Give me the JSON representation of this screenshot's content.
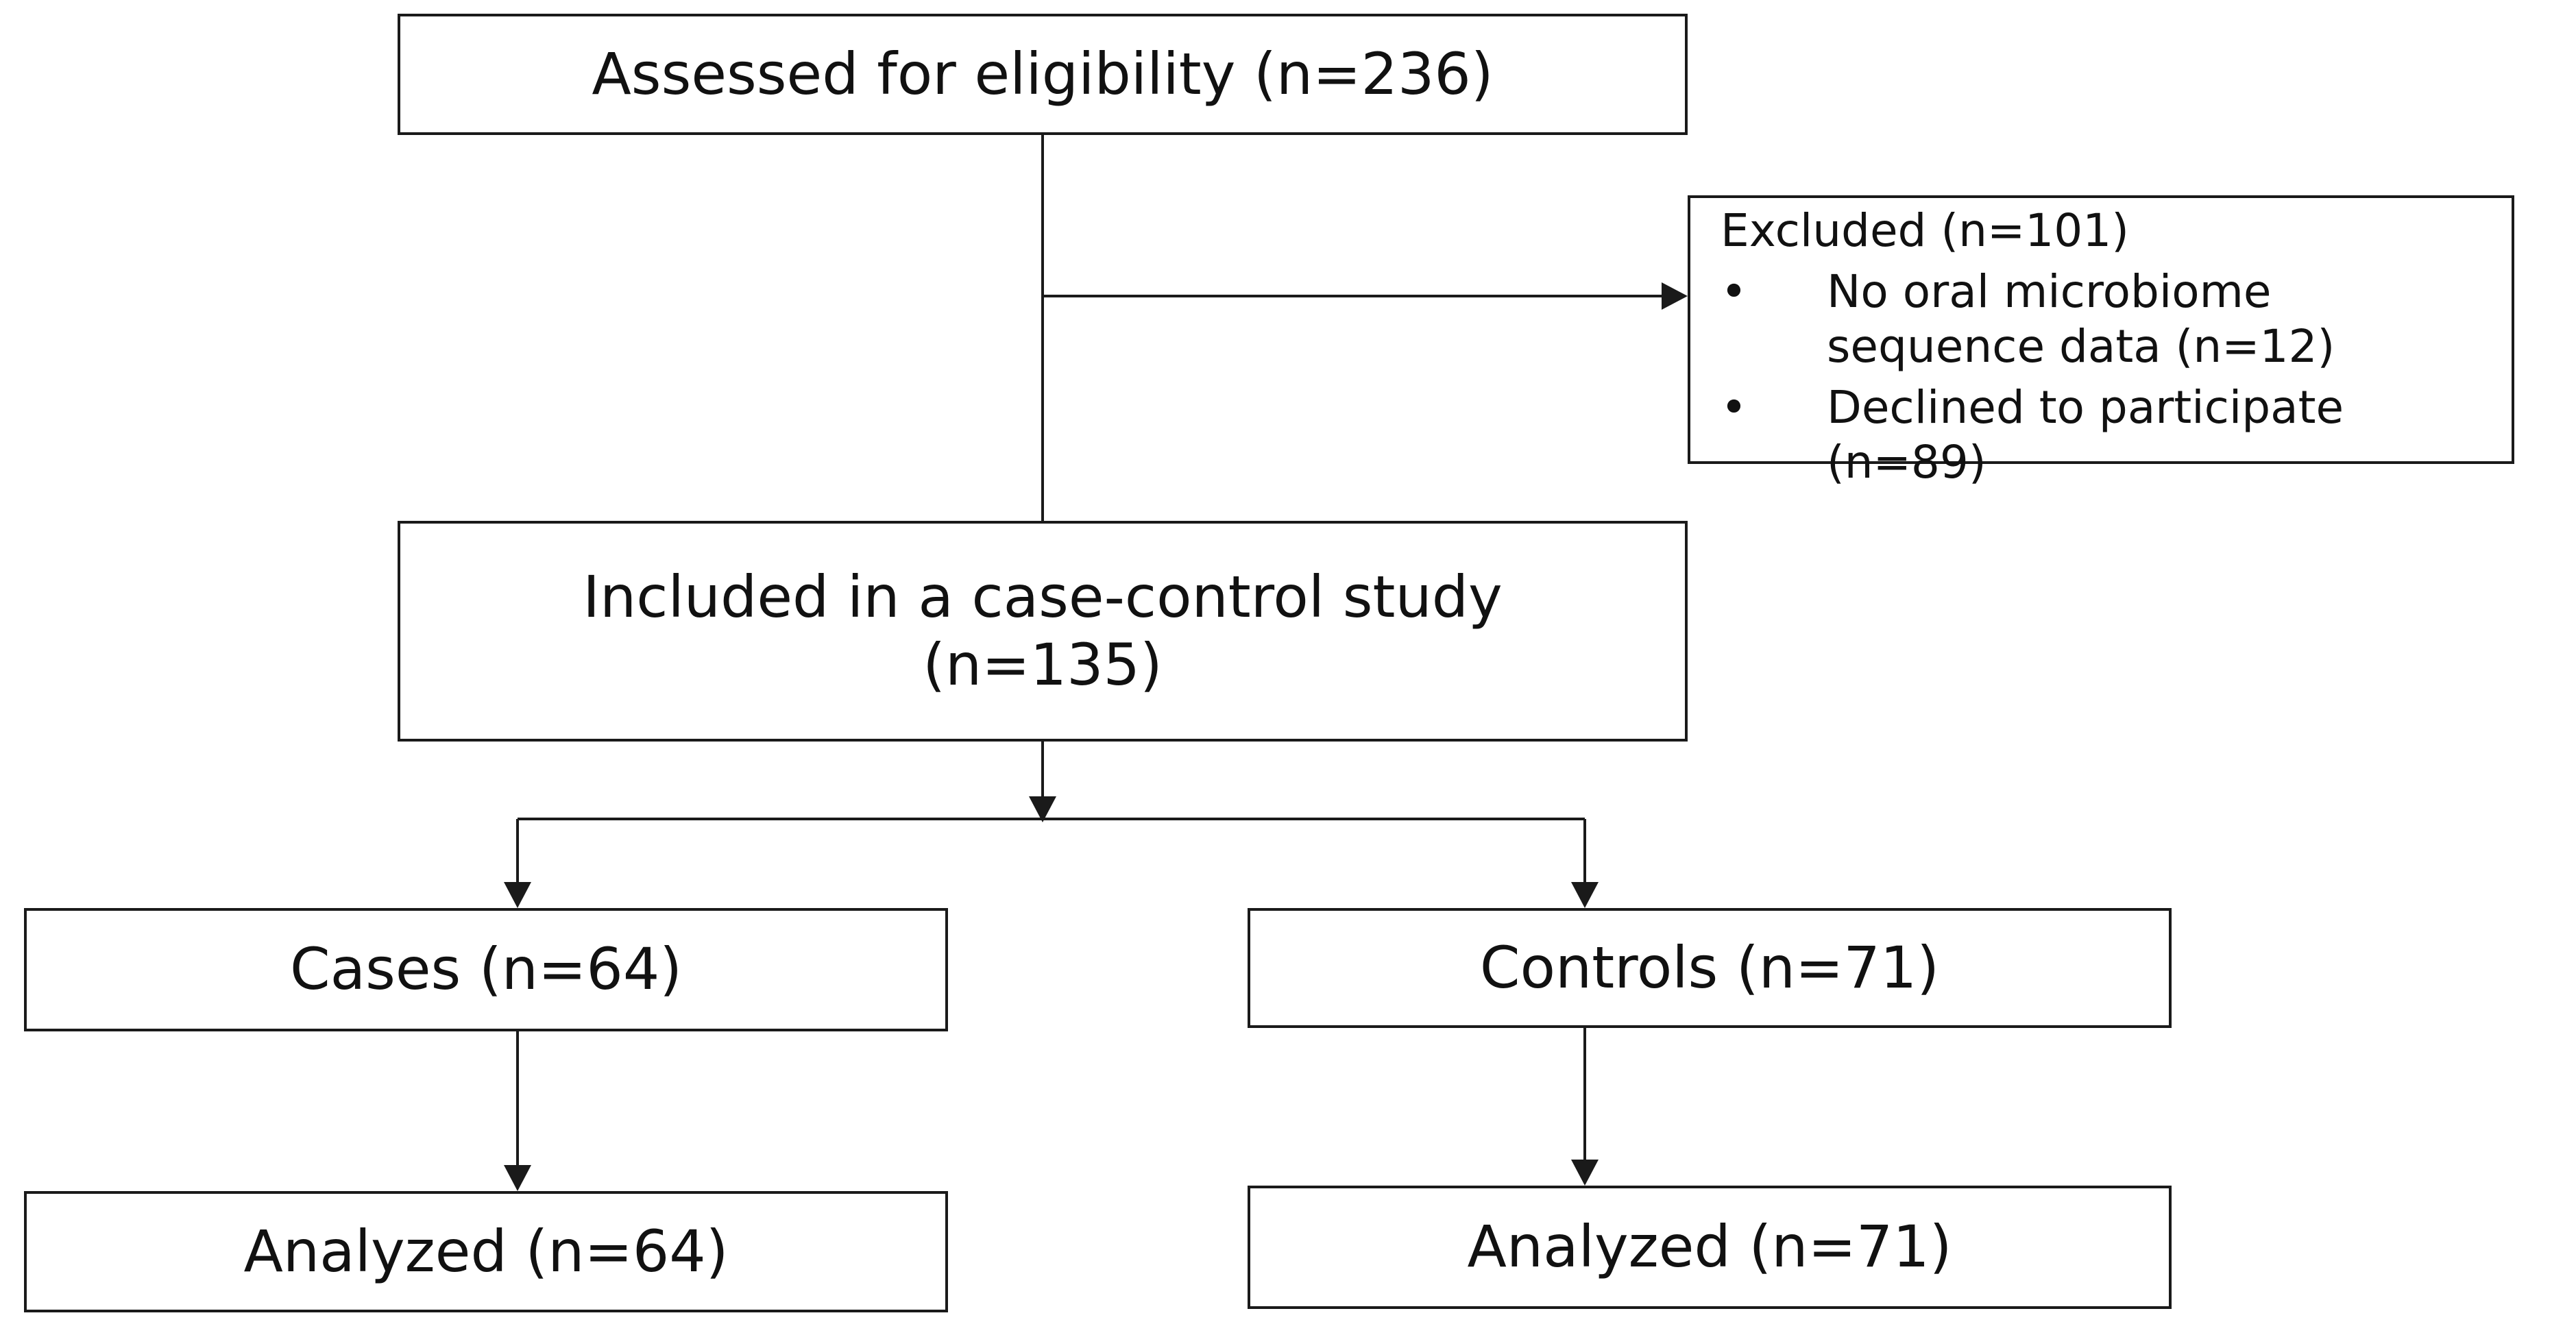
{
  "flowchart": {
    "assessed": "Assessed  for eligibility (n=236)",
    "excluded": {
      "title": "Excluded (n=101)",
      "reasons": [
        "No oral microbiome  sequence data (n=12)",
        "Declined to participate (n=89)"
      ]
    },
    "included": {
      "line1": "Included in a case-control study",
      "line2": "(n=135)"
    },
    "cases": "Cases (n=64)",
    "controls": "Controls (n=71)",
    "analyzed_cases": "Analyzed (n=64)",
    "analyzed_controls": "Analyzed (n=71)"
  },
  "colors": {
    "line": "#1a1a1a",
    "box_border": "#1a1a1a",
    "background": "#ffffff",
    "text": "#111111"
  }
}
